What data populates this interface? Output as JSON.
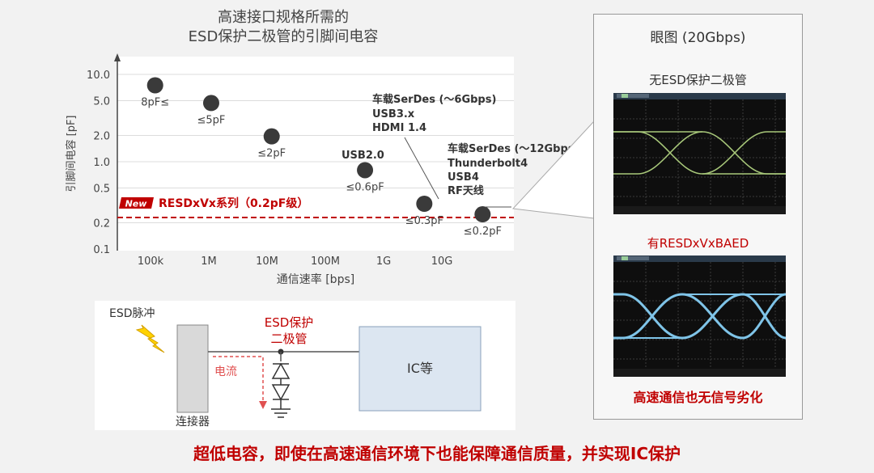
{
  "chart": {
    "title_line1": "高速接口规格所需的",
    "title_line2": "ESD保护二极管的引脚间电容",
    "ylabel": "引脚间电容 [pF]",
    "xlabel": "通信速率 [bps]",
    "annotations": {
      "serdes6_line1": "车载SerDes (～6Gbps)",
      "serdes6_line2": "USB3.x",
      "serdes6_line3": "HDMI 1.4",
      "serdes12_line1": "车载SerDes (～12Gbps)",
      "serdes12_line2": "Thunderbolt4",
      "serdes12_line3": "USB4",
      "serdes12_line4": "RF天线",
      "usb2": "USB2.0"
    },
    "new_badge": "New",
    "threshold_label": "RESDxVx系列（0.2pF级）",
    "colors": {
      "accent": "#c00000",
      "dot": "#333333",
      "grid": "#d9d9d9"
    }
  },
  "chart_data": {
    "type": "scatter",
    "x_scale": "log",
    "y_scale": "log",
    "x_ticks": [
      {
        "v": 100000,
        "label": "100k"
      },
      {
        "v": 1000000,
        "label": "1M"
      },
      {
        "v": 10000000,
        "label": "10M"
      },
      {
        "v": 100000000,
        "label": "100M"
      },
      {
        "v": 1000000000,
        "label": "1G"
      },
      {
        "v": 10000000000,
        "label": "10G"
      }
    ],
    "y_ticks": [
      {
        "v": 10,
        "label": "10.0"
      },
      {
        "v": 5,
        "label": "5.0"
      },
      {
        "v": 2,
        "label": "2.0"
      },
      {
        "v": 1,
        "label": "1.0"
      },
      {
        "v": 0.5,
        "label": "0.5"
      },
      {
        "v": 0.2,
        "label": "0.2"
      },
      {
        "v": 0.1,
        "label": "0.1"
      }
    ],
    "points": [
      {
        "x": 120000,
        "y": 7.5,
        "label": "8pF≤"
      },
      {
        "x": 1100000,
        "y": 4.7,
        "label": "≤5pF"
      },
      {
        "x": 12000000,
        "y": 1.95,
        "label": "≤2pF"
      },
      {
        "x": 480000000,
        "y": 0.8,
        "label": "≤0.6pF"
      },
      {
        "x": 5000000000,
        "y": 0.33,
        "label": "≤0.3pF"
      },
      {
        "x": 50000000000,
        "y": 0.25,
        "label": "≤0.2pF"
      }
    ],
    "threshold": 0.22
  },
  "circuit": {
    "esd_pulse": "ESD脉冲",
    "esd_diode_line1": "ESD保护",
    "esd_diode_line2": "二极管",
    "current": "电流",
    "ic": "IC等",
    "connector": "连接器"
  },
  "eye": {
    "title": "眼图 (20Gbps)",
    "without_label": "无ESD保护二极管",
    "with_label": "有RESDxVxBAED",
    "bottom_label": "高速通信也无信号劣化"
  },
  "footer": "超低电容，即使在高速通信环境下也能保障通信质量，并实现IC保护"
}
